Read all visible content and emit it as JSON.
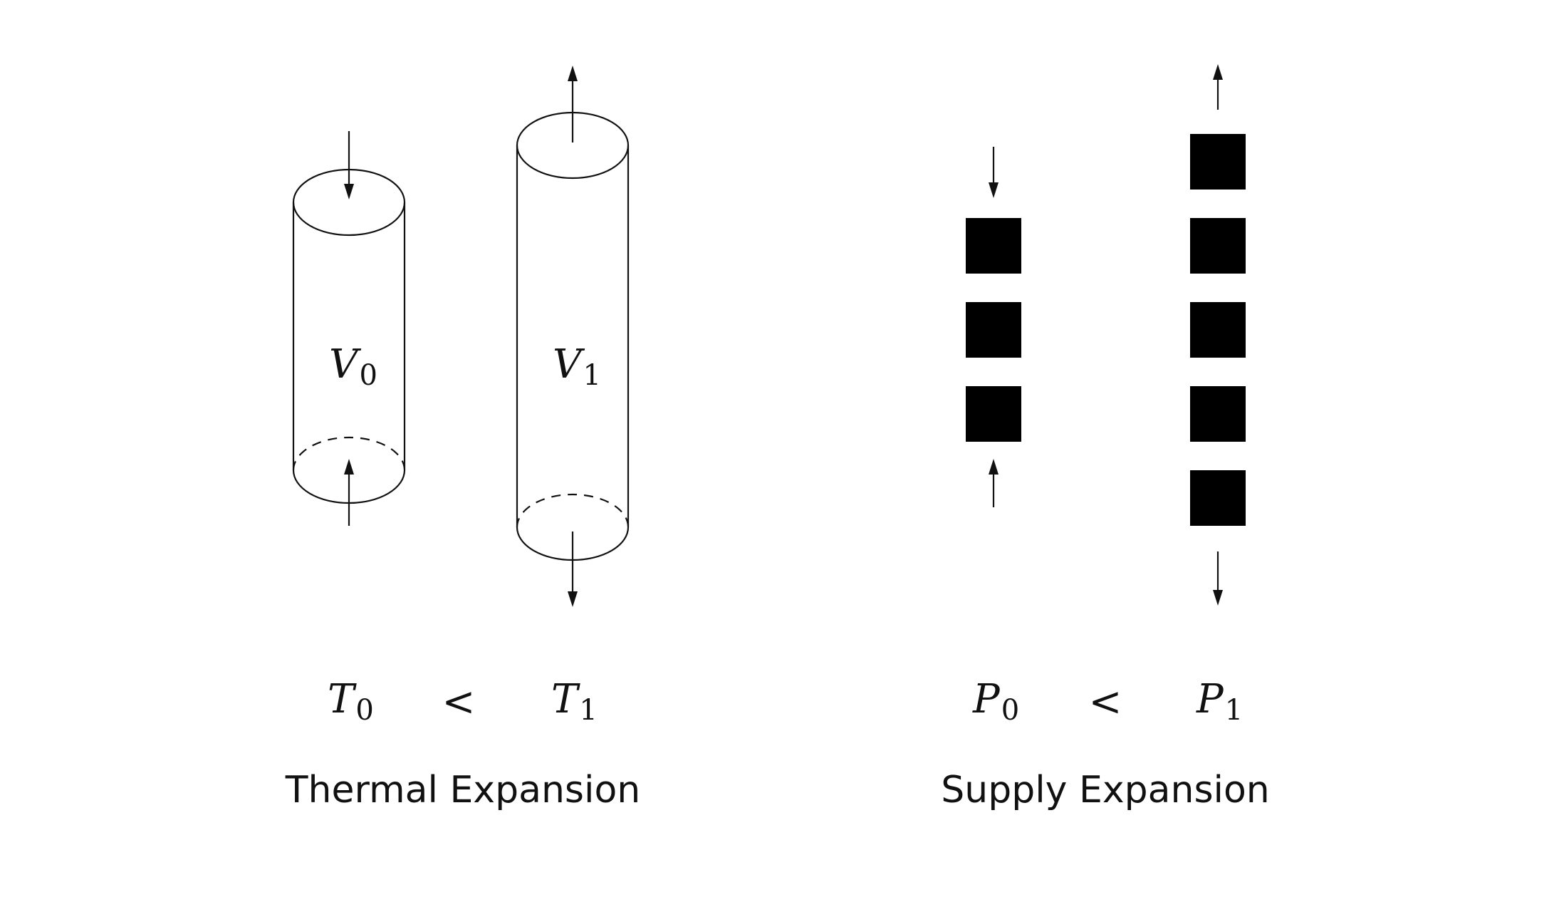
{
  "thermal": {
    "cylinder_small": {
      "var": "V",
      "sub": "0"
    },
    "cylinder_large": {
      "var": "V",
      "sub": "1"
    },
    "temp_left": {
      "var": "T",
      "sub": "0"
    },
    "relation": "<",
    "temp_right": {
      "var": "T",
      "sub": "1"
    },
    "caption": "Thermal Expansion"
  },
  "supply": {
    "stack_small_count": 3,
    "stack_large_count": 5,
    "price_left": {
      "var": "P",
      "sub": "0"
    },
    "relation": "<",
    "price_right": {
      "var": "P",
      "sub": "1"
    },
    "caption": "Supply Expansion"
  },
  "colors": {
    "ink": "#111111",
    "block": "#000000",
    "background": "#ffffff"
  }
}
